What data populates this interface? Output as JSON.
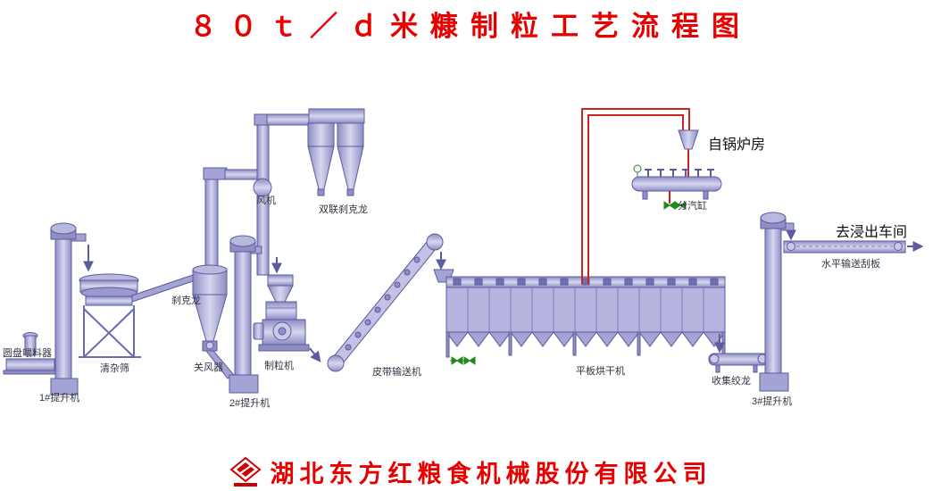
{
  "title": "８０ｔ／ｄ米糠制粒工艺流程图",
  "footer": {
    "company": "湖北东方红粮食机械股份有限公司"
  },
  "colors": {
    "accent_red": "#e60000",
    "pipe_red": "#cc2222",
    "equipment_lavender": "#a3a3d6",
    "equipment_outline": "#5b5b9e",
    "valve_green": "#1f8a1f",
    "label_text": "#333344"
  },
  "labels": {
    "fan": "风机",
    "double_cyclone": "双联刹克龙",
    "from_boiler": "自锅炉房",
    "steam_header": "分汽缸",
    "to_extraction": "去浸出车间",
    "horizontal_scraper": "水平输送刮板",
    "cyclone": "刹克龙",
    "disc_feeder": "圆盘喂料器",
    "cleaning_sieve": "清杂筛",
    "airlock": "关风器",
    "pellet_mill": "制粒机",
    "belt_conveyor": "皮带输送机",
    "flat_dryer": "平板烘干机",
    "collect_screw": "收集绞龙",
    "elevator_1": "1#提升机",
    "elevator_2": "2#提升机",
    "elevator_3": "3#提升机"
  }
}
